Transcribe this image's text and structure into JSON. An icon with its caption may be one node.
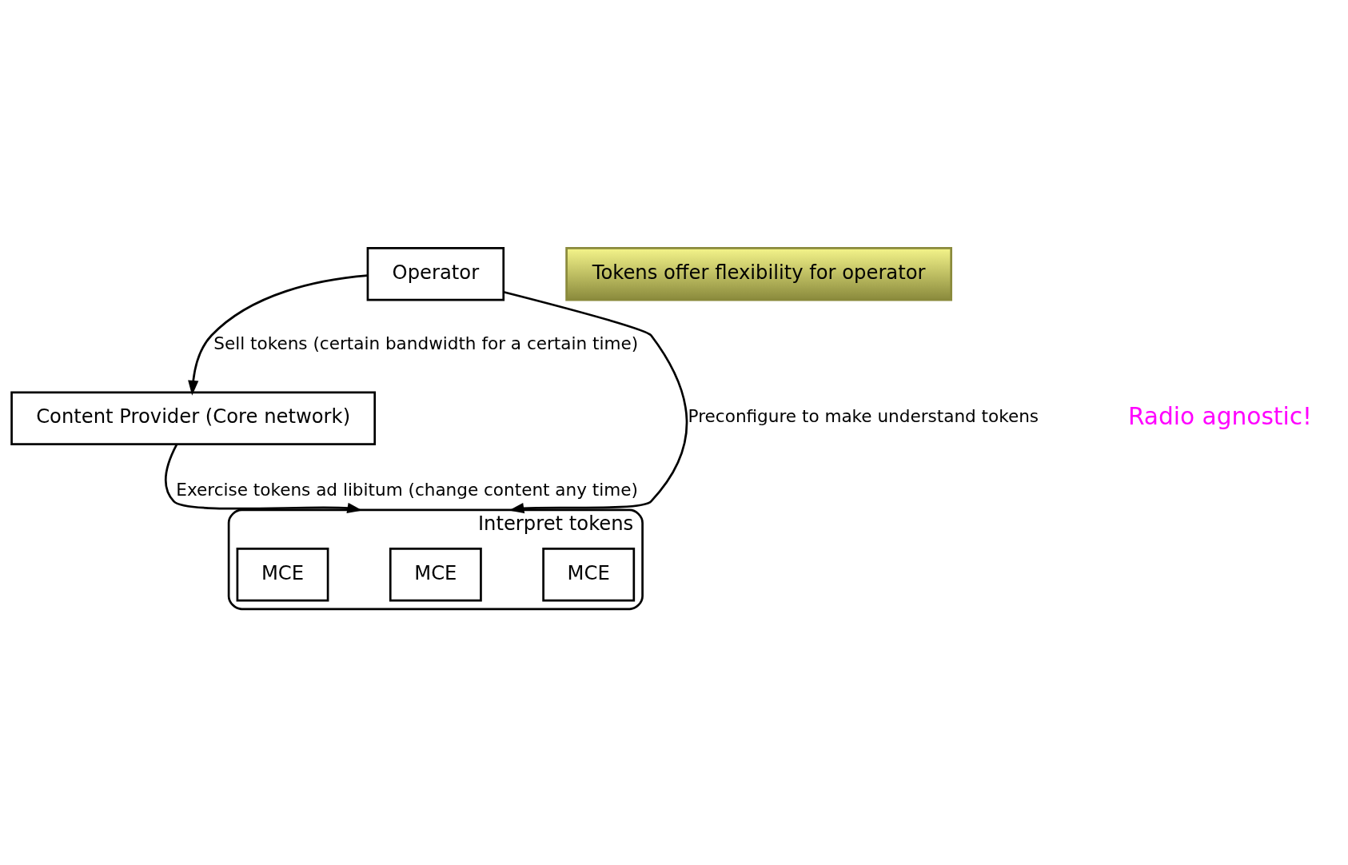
{
  "diagram": {
    "nodes": [
      {
        "text": [
          "Content Provider (Core network)"
        ]
      },
      {
        "text": [
          "Operator"
        ]
      },
      {
        "text": [
          "Interpret tokens"
        ]
      },
      {
        "text": [
          "MCE"
        ],
        "in": 2
      },
      {
        "text": [
          "MCE"
        ],
        "in": 2
      },
      {
        "text": [
          "MCE"
        ],
        "in": 2
      },
      {
        "text": [
          "Tokens offer flexibility for operator"
        ]
      }
    ],
    "edges": [
      {
        "from": 1,
        "to": 0,
        "arrow": "to",
        "label": "Sell tokens (certain bandwidth for a certain time)"
      },
      {
        "from": 1,
        "to": 2,
        "arrow": "to",
        "label": "Preconfigure to make understand tokens"
      },
      {
        "from": 0,
        "to": 2,
        "arrow": "to",
        "label": "Exercise tokens ad libitum (change content any time)"
      }
    ],
    "labels": [
      "Radio agnostic!"
    ]
  }
}
